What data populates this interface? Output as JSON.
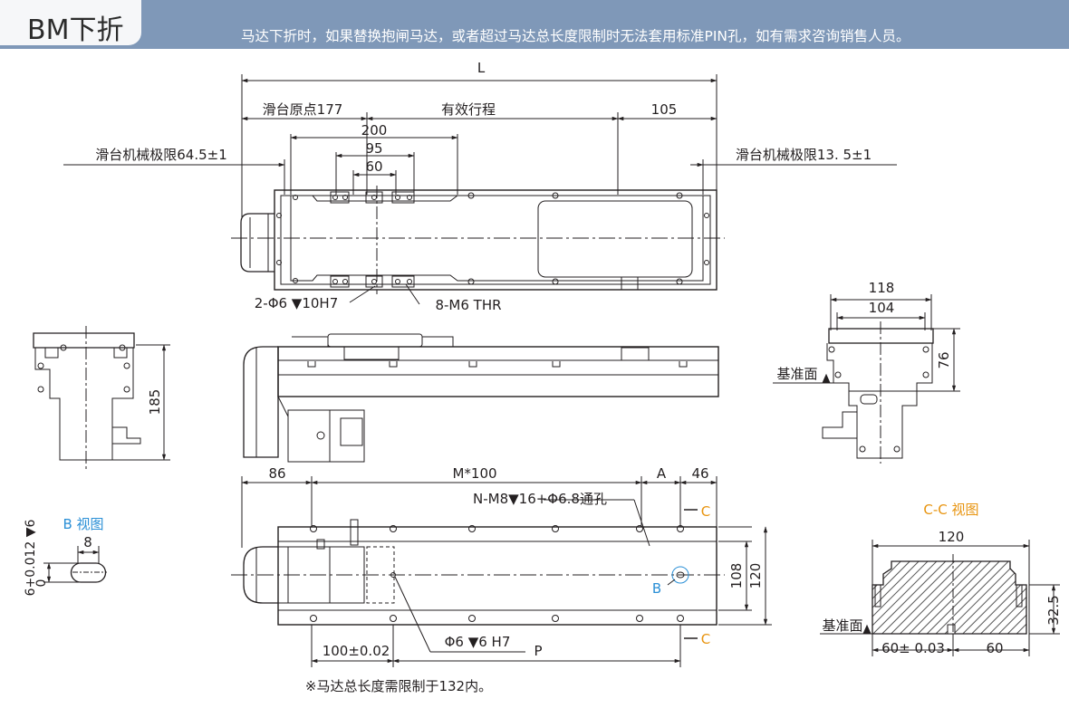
{
  "header": {
    "title": "BM下折",
    "note": "马达下折时，如果替换抱闸马达，或者超过马达总长度限制时无法套用标准PIN孔，如有需求咨询销售人员。"
  },
  "top_view": {
    "L": "L",
    "slider_origin": "滑台原点177",
    "stroke": "有效行程",
    "end_105": "105",
    "d200": "200",
    "d95": "95",
    "d60": "60",
    "mech_limit_left": "滑台机械极限64.5±1",
    "mech_limit_right": "滑台机械极限13. 5±1",
    "pin_callout": "2-Φ6 ▼10H7",
    "thread_callout": "8-M6 THR"
  },
  "left_end_view": {
    "height_185": "185"
  },
  "right_end_view": {
    "w118": "118",
    "w104": "104",
    "h76": "76",
    "datum": "基准面"
  },
  "bottom_view": {
    "d86": "86",
    "m100": "M*100",
    "A": "A",
    "d46": "46",
    "holes_callout": "N-M8▼16+Φ6.8通孔",
    "C_top": "C",
    "C_bottom": "C",
    "B_mark": "B",
    "h108": "108",
    "h120": "120",
    "pin_hole": "Φ6 ▼6 H7",
    "d100": "100±0.02",
    "P": "P",
    "note": "※马达总长度需限制于132内。"
  },
  "b_view": {
    "title": "B 视图",
    "tol": "6+0.012 ▼6",
    "zero": "0",
    "w8": "8"
  },
  "cc_view": {
    "title": "C-C 视图",
    "w120": "120",
    "h32_5": "32.5",
    "d60_tol": "60±  0.03",
    "d60": "60",
    "datum": "基准面"
  },
  "colors": {
    "header": "#7f98b8",
    "line": "#231f20",
    "accent_blue": "#2a8fd6",
    "accent_orange": "#e8940f",
    "hatch": "#555555"
  }
}
